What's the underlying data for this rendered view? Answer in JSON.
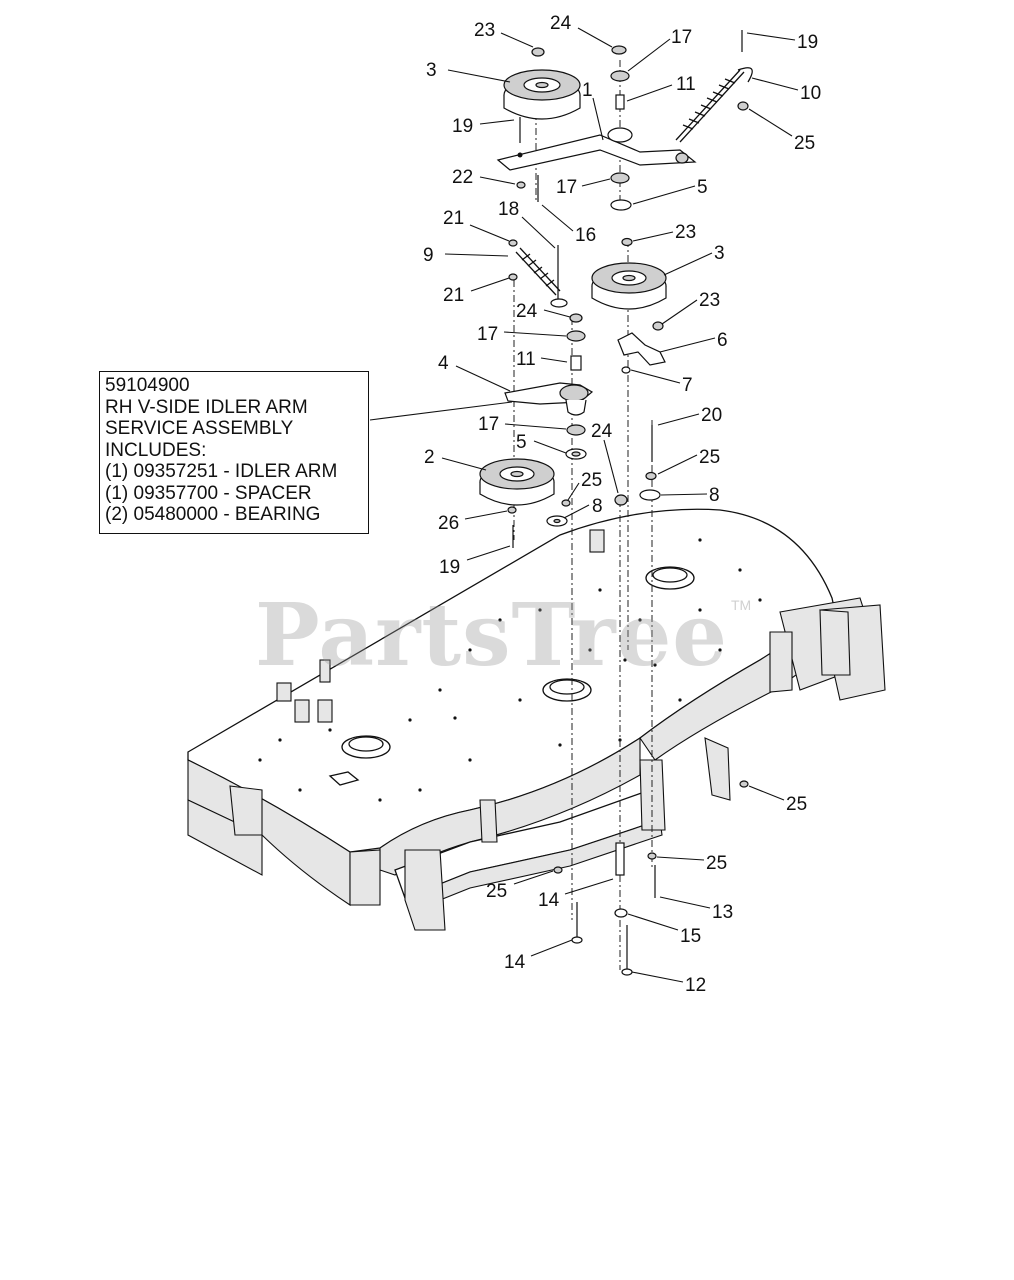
{
  "info_box": {
    "lines": [
      "59104900",
      "RH V-SIDE IDLER ARM",
      "SERVICE ASSEMBLY",
      "INCLUDES:",
      "(1) 09357251 - IDLER ARM",
      "(1) 09357700 - SPACER",
      "(2) 05480000 - BEARING"
    ]
  },
  "watermark": {
    "text": "PartsTree",
    "tm": "TM"
  },
  "callouts": [
    {
      "label": "23"
    },
    {
      "label": "24"
    },
    {
      "label": "17"
    },
    {
      "label": "19"
    },
    {
      "label": "3"
    },
    {
      "label": "11"
    },
    {
      "label": "10"
    },
    {
      "label": "1"
    },
    {
      "label": "19"
    },
    {
      "label": "25"
    },
    {
      "label": "22"
    },
    {
      "label": "17"
    },
    {
      "label": "5"
    },
    {
      "label": "18"
    },
    {
      "label": "16"
    },
    {
      "label": "21"
    },
    {
      "label": "23"
    },
    {
      "label": "9"
    },
    {
      "label": "3"
    },
    {
      "label": "21"
    },
    {
      "label": "23"
    },
    {
      "label": "24"
    },
    {
      "label": "17"
    },
    {
      "label": "6"
    },
    {
      "label": "11"
    },
    {
      "label": "4"
    },
    {
      "label": "7"
    },
    {
      "label": "20"
    },
    {
      "label": "17"
    },
    {
      "label": "24"
    },
    {
      "label": "5"
    },
    {
      "label": "25"
    },
    {
      "label": "2"
    },
    {
      "label": "25"
    },
    {
      "label": "8"
    },
    {
      "label": "8"
    },
    {
      "label": "26"
    },
    {
      "label": "19"
    },
    {
      "label": "25"
    },
    {
      "label": "25"
    },
    {
      "label": "25"
    },
    {
      "label": "14"
    },
    {
      "label": "13"
    },
    {
      "label": "15"
    },
    {
      "label": "14"
    },
    {
      "label": "12"
    }
  ]
}
